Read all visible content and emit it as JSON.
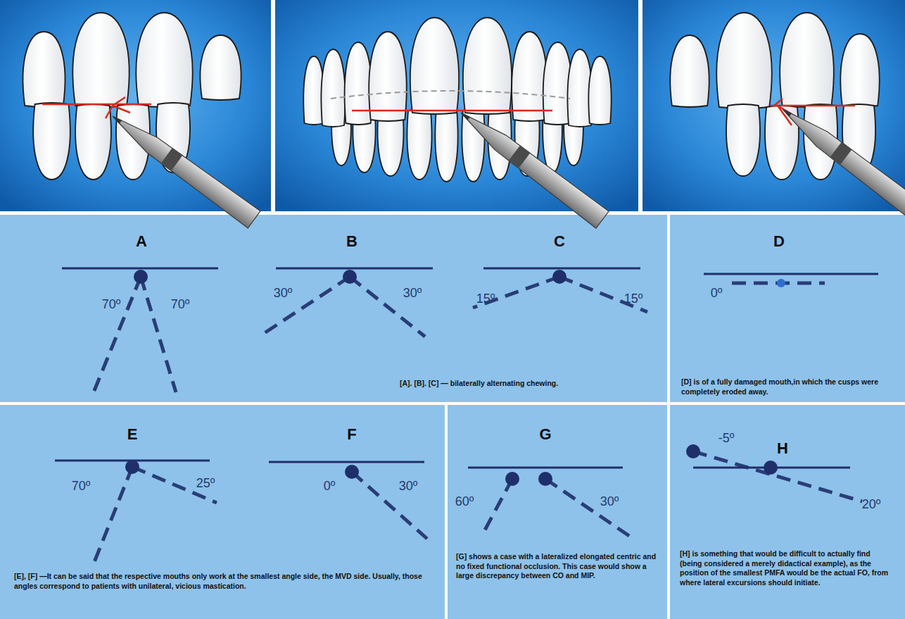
{
  "diagram": {
    "nodes": [
      {
        "text": [
          "A",
          "70º",
          "70º",
          "B",
          "30º",
          "30º",
          "C",
          "15º",
          "15º",
          "[A]. [B]. [C] — bilaterally alternating chewing."
        ]
      },
      {
        "text": [
          "D",
          "0º",
          "[D] is of a fully damaged mouth,in which the cusps were completely eroded away."
        ]
      },
      {
        "text": [
          "E",
          "70º",
          "25º",
          "F",
          "0º",
          "30º",
          "[E], [F] —It can be said that the respective mouths only work at the smallest angle side, the MVD side. Usually, those angles correspond to patients with unilateral, vicious mastication."
        ]
      },
      {
        "text": [
          "G",
          "60º",
          "30º",
          "[G] shows a case with a lateralized elongated centric and no fixed functional occlusion. This case would show a large discrepancy between CO and MIP."
        ]
      },
      {
        "text": [
          "-5º",
          "H",
          "20º",
          "[H] is something that would be difficult to actually find (being considered a merely didactical example), as the position of the smallest PMFA would be the actual FO, from where lateral excursions should initiate."
        ]
      }
    ]
  }
}
